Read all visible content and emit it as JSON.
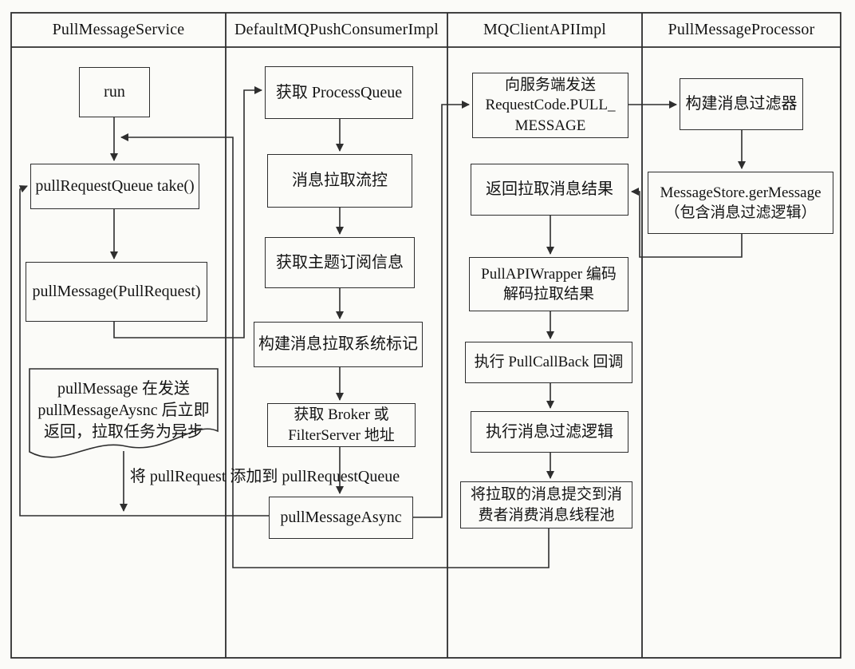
{
  "lanes": [
    {
      "title": "PullMessageService"
    },
    {
      "title": "DefaultMQPushConsumerImpl"
    },
    {
      "title": "MQClientAPIImpl"
    },
    {
      "title": "PullMessageProcessor"
    }
  ],
  "nodes": {
    "run": "run",
    "pull_request_queue_take": "pullRequestQueue take()",
    "pull_message": "pullMessage(PullRequest)",
    "get_process_queue": "获取 ProcessQueue",
    "message_pull_flow_control": "消息拉取流控",
    "get_topic_subscription": "获取主题订阅信息",
    "build_pull_sys_flag": "构建消息拉取系统标记",
    "get_broker_address": "获取 Broker 或\nFilterServer 地址",
    "pull_message_async": "pullMessageAsync",
    "send_pull_request": "向服务端发送\nRequestCode.PULL_\nMESSAGE",
    "return_pull_result": "返回拉取消息结果",
    "pull_api_wrapper": "PullAPIWrapper 编码\n解码拉取结果",
    "execute_pull_callback": "执行 PullCallBack 回调",
    "execute_filter_logic": "执行消息过滤逻辑",
    "submit_to_thread_pool": "将拉取的消息提交到消\n费者消费消息线程池",
    "build_message_filter": "构建消息过滤器",
    "message_store_get_message": "MessageStore.gerMessage\n（包含消息过滤逻辑）"
  },
  "annotations": {
    "async_note": "pullMessage 在发送\npullMessageAysnc 后立即\n返回，拉取任务为异步",
    "add_to_queue_label": "将 pullRequest 添加到 pullRequestQueue"
  },
  "colors": {
    "paper": "#fbfbf8",
    "line": "#2e2e2e",
    "text": "#141414"
  }
}
